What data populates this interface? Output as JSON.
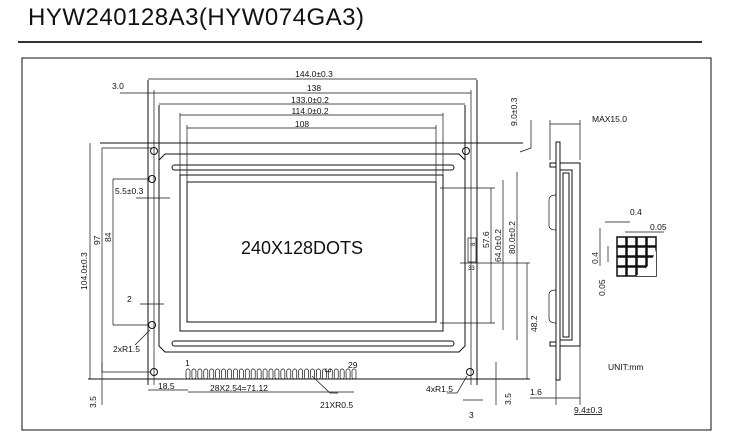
{
  "title": "HYW240128A3(HYW074GA3)",
  "dims": {
    "w144": "144.0±0.3",
    "w138": "138",
    "w133": "133.0±0.2",
    "w114": "114.0±0.2",
    "w108": "108",
    "off3": "3.0",
    "h9": "9.0±0.3",
    "h104": "104.0±0.3",
    "h97": "97",
    "h84": "84",
    "d55": "5.5±0.3",
    "d2": "2",
    "r2": "2xR1.5",
    "h576": "57.6",
    "h64": "64.0±0.2",
    "h80": "80.0±0.2",
    "h482": "48.2",
    "h35a": "3.5",
    "h35b": "3.5",
    "d185": "18.5",
    "pitch": "28X2.54=71.12",
    "r21": "21XR0.5",
    "pin1": "1",
    "pin29": "29",
    "pin3": "3",
    "r4": "4xR1.5",
    "d3": "3",
    "max15": "MAX15.0",
    "t16": "1.6",
    "t94": "9.4±0.3",
    "p04a": "0.4",
    "p005a": "0.05",
    "p04b": "0.4",
    "p005b": "0.05",
    "pins33": "33",
    "pins8": "8"
  },
  "display_label": "240X128DOTS",
  "unit": "UNIT:mm"
}
